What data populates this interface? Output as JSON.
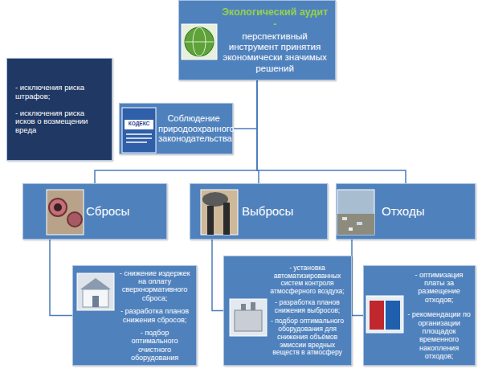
{
  "diagram": {
    "nodes": [
      {
        "text": [
          "Экологический аудит -",
          "перспективный инструмент принятия экономически значимых решений"
        ]
      },
      {
        "text": [
          "- исключения риска штрафов;",
          "- исключения риска исков о возмещении вреда"
        ]
      },
      {
        "text": [
          "Соблюдение природоохранного законодательства"
        ]
      },
      {
        "text": [
          "Сбросы"
        ]
      },
      {
        "text": [
          "Выбросы"
        ]
      },
      {
        "text": [
          "Отходы"
        ]
      },
      {
        "text": [
          "- снижение издержек на оплату сверхнормативного сброса;",
          "- разработка планов снижения сбросов;",
          "- подбор оптимального очистного оборудования"
        ]
      },
      {
        "text": [
          "- установка автоматизированных систем контроля атмосферного воздуха;",
          "- разработка планов снижения выбросов;",
          "- подбор оптимального оборудования для снижения объёмов эмиссии вредных веществ в атмосферу"
        ]
      },
      {
        "text": [
          "- оптимизация платы за размещение отходов;",
          "- рекомендации по организации площадок временного накопления отходов;"
        ]
      }
    ],
    "edges": [
      {
        "from": 0,
        "to": 2,
        "arrow": "none"
      },
      {
        "from": 0,
        "to": 3,
        "arrow": "none"
      },
      {
        "from": 0,
        "to": 4,
        "arrow": "none"
      },
      {
        "from": 0,
        "to": 5,
        "arrow": "none"
      },
      {
        "from": 3,
        "to": 6,
        "arrow": "none"
      },
      {
        "from": 4,
        "to": 7,
        "arrow": "none"
      },
      {
        "from": 5,
        "to": 8,
        "arrow": "none"
      }
    ],
    "labels": [
      "КОДЕКС"
    ]
  }
}
